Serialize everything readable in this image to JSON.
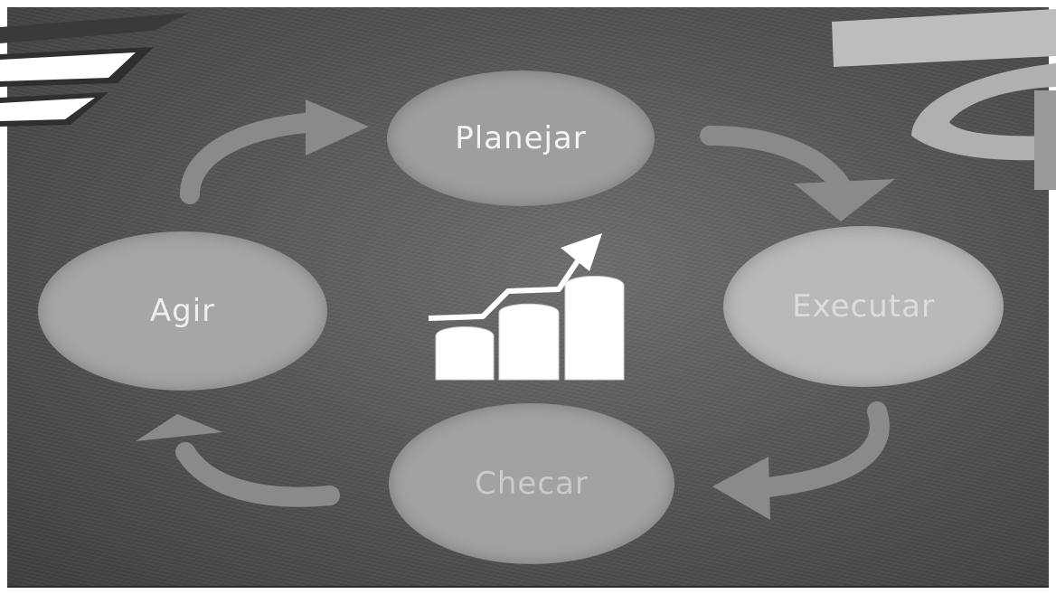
{
  "diagram": {
    "cycle": [
      {
        "id": "plan",
        "label": "Planejar"
      },
      {
        "id": "do",
        "label": "Executar"
      },
      {
        "id": "check",
        "label": "Checar"
      },
      {
        "id": "act",
        "label": "Agir"
      }
    ],
    "center_icon": "growth-bar-chart-icon",
    "colors": {
      "background": "#555555",
      "node_plan": "#9e9e9e",
      "node_do": "#b9b9b9",
      "node_check": "#a2a2a2",
      "node_act": "#a6a6a6",
      "arrow": "#8a8a8a",
      "icon": "#ffffff"
    }
  }
}
